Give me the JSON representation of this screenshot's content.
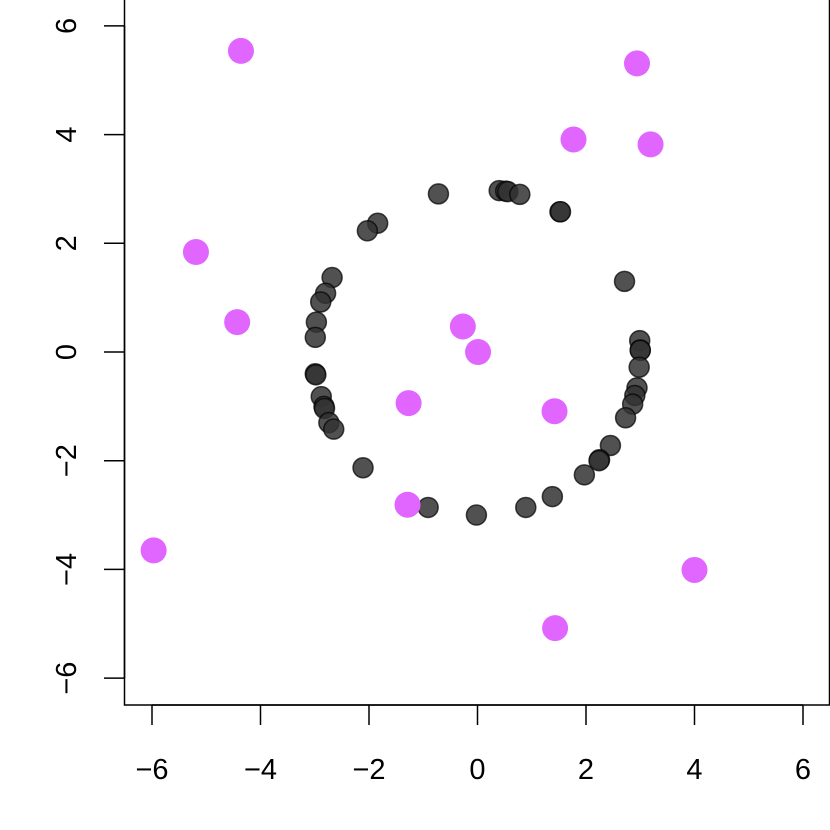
{
  "chart_data": {
    "type": "scatter",
    "title": "",
    "xlabel": "",
    "ylabel": "",
    "xlim": [
      -6.36,
      6.36
    ],
    "ylim": [
      -6.36,
      6.36
    ],
    "x_ticks": [
      -6,
      -4,
      -2,
      0,
      2,
      4,
      6
    ],
    "y_ticks": [
      -6,
      -4,
      -2,
      0,
      2,
      4,
      6
    ],
    "x_tick_labels": [
      "−6",
      "−4",
      "−2",
      "0",
      "2",
      "4",
      "6"
    ],
    "y_tick_labels": [
      "−6",
      "−4",
      "−2",
      "0",
      "2",
      "4",
      "6"
    ],
    "grid": false,
    "legend": "none",
    "series": [
      {
        "color": "#333333",
        "opacity": 0.85,
        "points": [
          [
            -0.72,
            2.91
          ],
          [
            0.4,
            2.97
          ],
          [
            0.52,
            2.96
          ],
          [
            0.56,
            2.95
          ],
          [
            0.78,
            2.9
          ],
          [
            1.52,
            2.58
          ],
          [
            1.53,
            2.58
          ],
          [
            -1.84,
            2.37
          ],
          [
            -2.03,
            2.23
          ],
          [
            -2.68,
            1.37
          ],
          [
            -2.8,
            1.08
          ],
          [
            -2.89,
            0.92
          ],
          [
            -2.97,
            0.55
          ],
          [
            -2.99,
            0.27
          ],
          [
            2.71,
            1.3
          ],
          [
            2.99,
            0.21
          ],
          [
            3.0,
            0.04
          ],
          [
            3.0,
            0.03
          ],
          [
            2.98,
            -0.28
          ],
          [
            2.94,
            -0.66
          ],
          [
            2.9,
            -0.8
          ],
          [
            2.86,
            -0.96
          ],
          [
            2.73,
            -1.21
          ],
          [
            -2.99,
            -0.4
          ],
          [
            -2.98,
            -0.42
          ],
          [
            -2.88,
            -0.82
          ],
          [
            -2.83,
            -1.0
          ],
          [
            -2.82,
            -1.04
          ],
          [
            -2.74,
            -1.3
          ],
          [
            -2.65,
            -1.42
          ],
          [
            2.45,
            -1.72
          ],
          [
            2.25,
            -1.98
          ],
          [
            2.24,
            -2.0
          ],
          [
            1.97,
            -2.26
          ],
          [
            -2.11,
            -2.13
          ],
          [
            1.38,
            -2.66
          ],
          [
            0.89,
            -2.86
          ],
          [
            -0.91,
            -2.86
          ],
          [
            -0.02,
            -3.0
          ]
        ]
      },
      {
        "color": "#e066ff",
        "opacity": 1,
        "points": [
          [
            -4.36,
            5.54
          ],
          [
            2.94,
            5.31
          ],
          [
            1.77,
            3.91
          ],
          [
            3.19,
            3.82
          ],
          [
            -5.19,
            1.84
          ],
          [
            -4.43,
            0.55
          ],
          [
            -0.27,
            0.47
          ],
          [
            0.01,
            0.0
          ],
          [
            -1.27,
            -0.94
          ],
          [
            1.42,
            -1.09
          ],
          [
            -1.29,
            -2.81
          ],
          [
            -5.97,
            -3.65
          ],
          [
            4.0,
            -4.01
          ],
          [
            1.43,
            -5.08
          ]
        ]
      }
    ]
  }
}
